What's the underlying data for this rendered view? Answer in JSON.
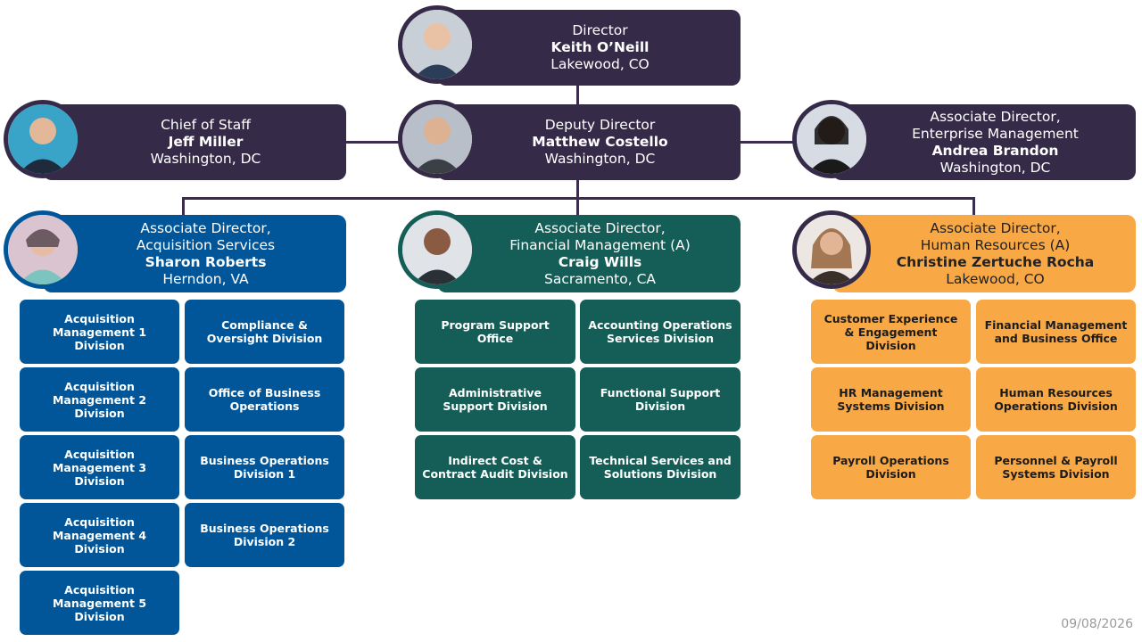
{
  "director": {
    "role": "Director",
    "name": "Keith O’Neill",
    "location": "Lakewood, CO"
  },
  "chief_of_staff": {
    "role": "Chief of Staff",
    "name": "Jeff Miller",
    "location": "Washington, DC"
  },
  "deputy": {
    "role": "Deputy Director",
    "name": "Matthew Costello",
    "location": "Washington, DC"
  },
  "enterprise": {
    "role_line1": "Associate Director,",
    "role_line2": "Enterprise Management",
    "name": "Andrea Brandon",
    "location": "Washington, DC"
  },
  "acquisition": {
    "role_line1": "Associate Director,",
    "role_line2": "Acquisition Services",
    "name": "Sharon Roberts",
    "location": "Herndon, VA",
    "divisions": [
      "Acquisition Management 1 Division",
      "Compliance & Oversight Division",
      "Acquisition Management 2 Division",
      "Office of Business Operations",
      "Acquisition Management 3 Division",
      "Business Operations Division 1",
      "Acquisition Management 4 Division",
      "Business Operations Division 2",
      "Acquisition Management 5 Division"
    ]
  },
  "financial": {
    "role_line1": "Associate Director,",
    "role_line2": "Financial Management (A)",
    "name": "Craig Wills",
    "location": "Sacramento, CA",
    "divisions": [
      "Program Support Office",
      "Accounting Operations Services Division",
      "Administrative Support Division",
      "Functional Support Division",
      "Indirect Cost & Contract Audit Division",
      "Technical Services and Solutions Division"
    ]
  },
  "hr": {
    "role_line1": "Associate Director,",
    "role_line2": "Human Resources (A)",
    "name": "Christine Zertuche Rocha",
    "location": "Lakewood, CO",
    "divisions": [
      "Customer Experience & Engagement Division",
      "Financial Management and Business Office",
      "HR Management Systems Division",
      "Human Resources Operations Division",
      "Payroll Operations Division",
      "Personnel & Payroll Systems Division"
    ]
  },
  "colors": {
    "purple": "#352a47",
    "blue": "#015699",
    "green": "#155e57",
    "orange": "#f8a845"
  },
  "footer_date": "09/08/2026"
}
